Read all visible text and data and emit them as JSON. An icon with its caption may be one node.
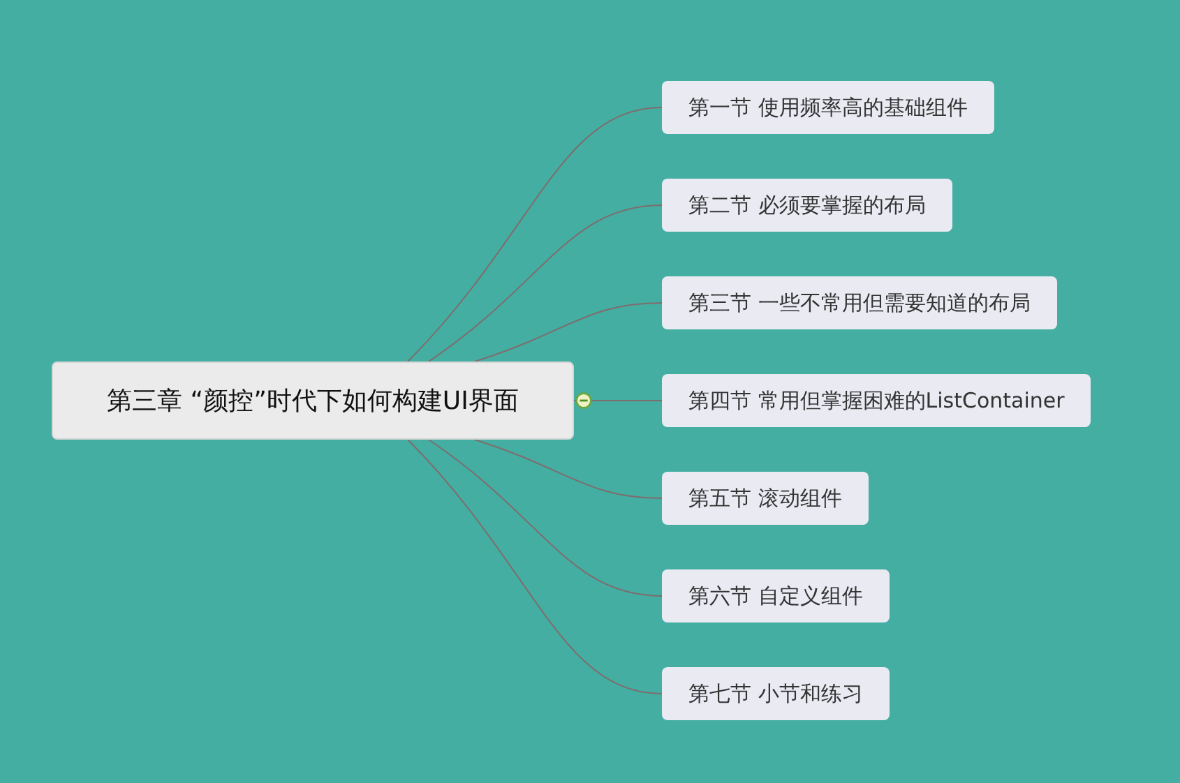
{
  "diagram": {
    "nodes": [
      {
        "text": [
          "第三章 “颜控”时代下如何构建UI界面"
        ]
      },
      {
        "text": [
          "第一节 使用频率高的基础组件"
        ]
      },
      {
        "text": [
          "第二节 必须要掌握的布局"
        ]
      },
      {
        "text": [
          "第三节 一些不常用但需要知道的布局"
        ]
      },
      {
        "text": [
          "第四节 常用但掌握困难的ListContainer"
        ]
      },
      {
        "text": [
          "第五节 滚动组件"
        ]
      },
      {
        "text": [
          "第六节 自定义组件"
        ]
      },
      {
        "text": [
          "第七节 小节和练习"
        ]
      }
    ],
    "edges": [
      {
        "from": 0,
        "to": 1,
        "arrow": "none"
      },
      {
        "from": 0,
        "to": 2,
        "arrow": "none"
      },
      {
        "from": 0,
        "to": 3,
        "arrow": "none"
      },
      {
        "from": 0,
        "to": 4,
        "arrow": "none"
      },
      {
        "from": 0,
        "to": 5,
        "arrow": "none"
      },
      {
        "from": 0,
        "to": 6,
        "arrow": "none"
      },
      {
        "from": 0,
        "to": 7,
        "arrow": "none"
      }
    ]
  }
}
